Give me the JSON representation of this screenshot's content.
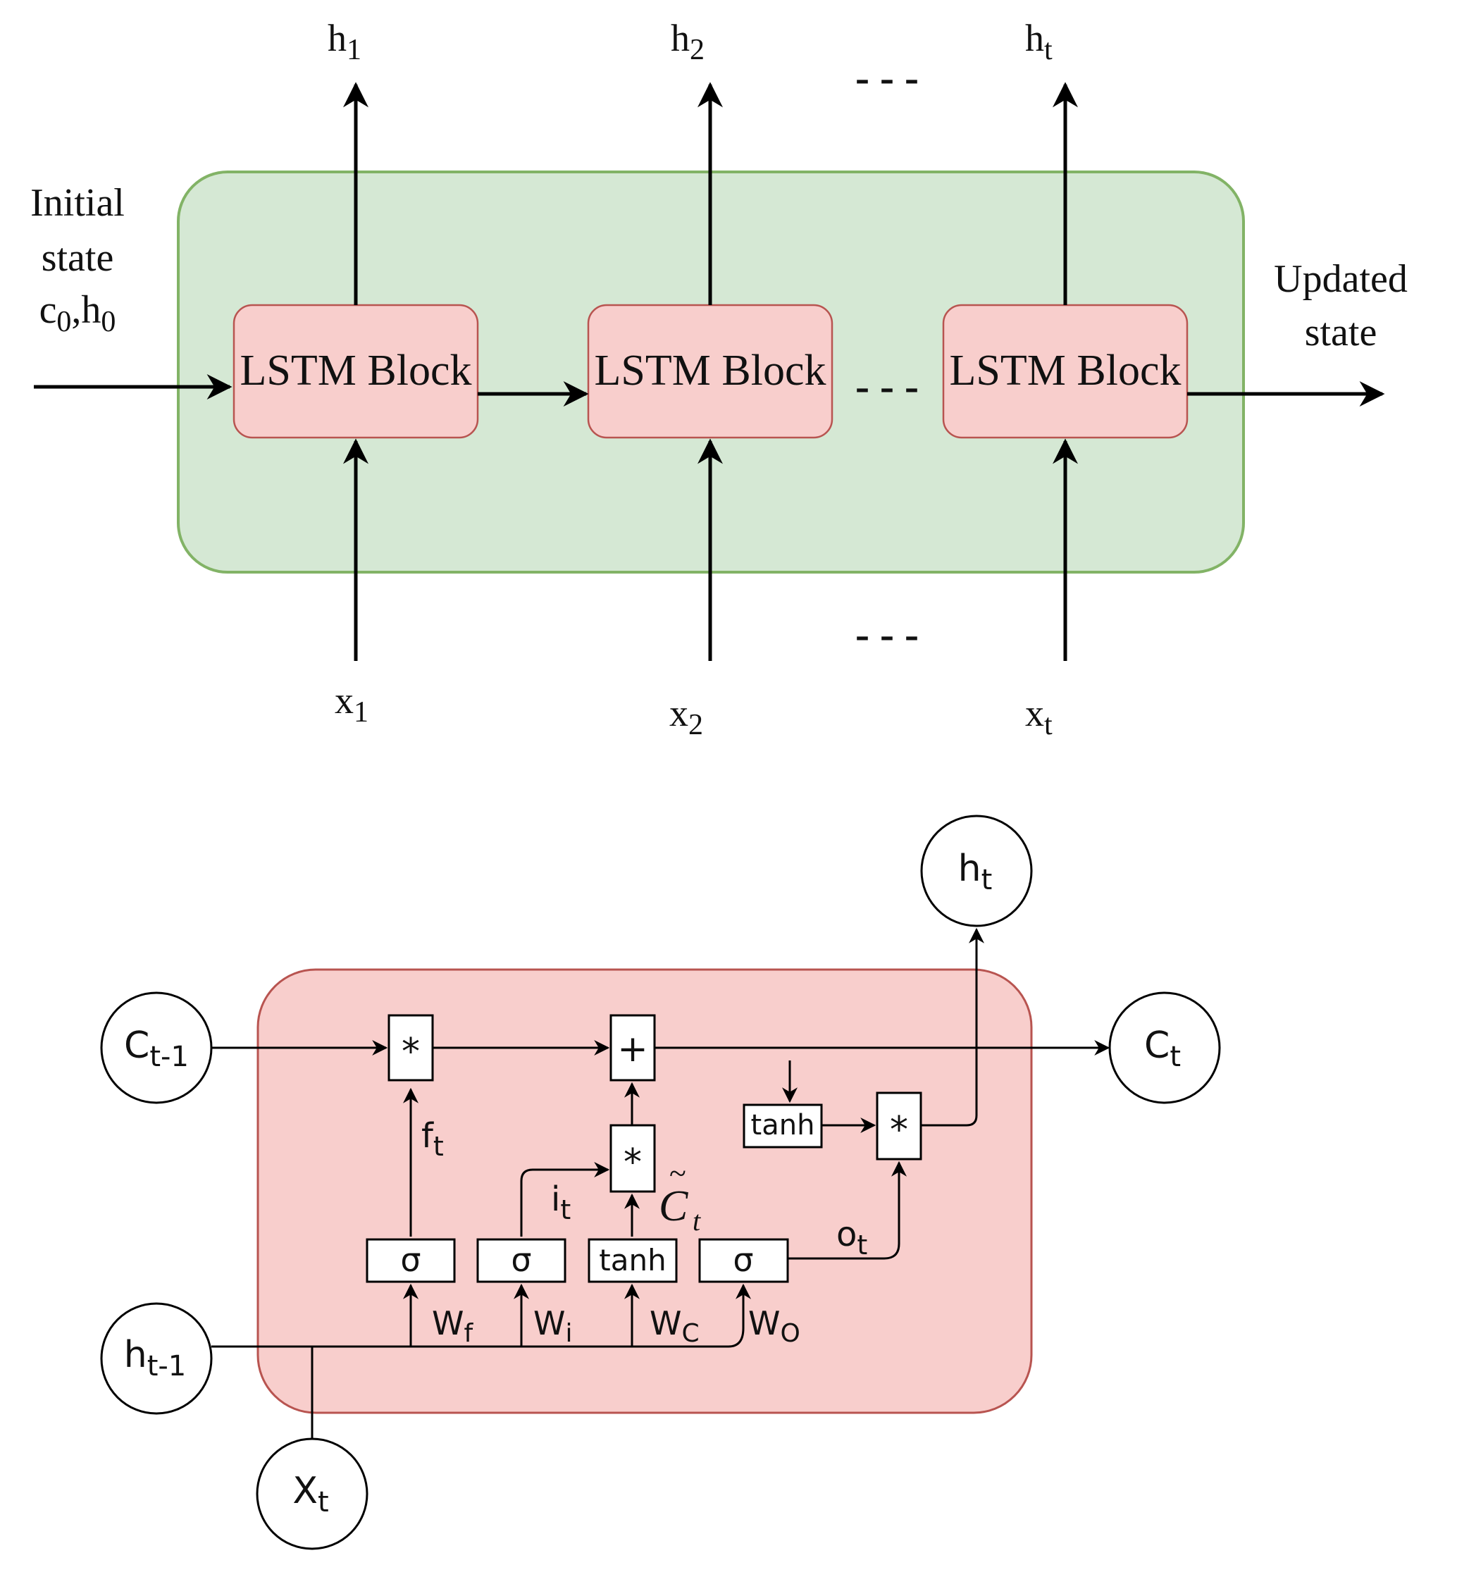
{
  "colors": {
    "outer_fill": "#d5e8d4",
    "outer_stroke": "#82b366",
    "block_fill": "#f8cecc",
    "block_stroke": "#b85450"
  },
  "unrolled": {
    "outputs": [
      {
        "base": "h",
        "sub": "1"
      },
      {
        "base": "h",
        "sub": "2"
      },
      {
        "base": "h",
        "sub": "t"
      }
    ],
    "inputs": [
      {
        "base": "x",
        "sub": "1"
      },
      {
        "base": "x",
        "sub": "2"
      },
      {
        "base": "x",
        "sub": "t"
      }
    ],
    "block_label": "LSTM Block",
    "initial_state": {
      "line1": "Initial",
      "line2": "state",
      "c": "c",
      "c_sub": "0",
      "sep": ",",
      "h": "h",
      "h_sub": "0"
    },
    "updated_state": {
      "line1": "Updated",
      "line2": "state"
    },
    "ellipsis": "- - -"
  },
  "cell": {
    "c_prev": {
      "base": "C",
      "sub": "t-1"
    },
    "c_out": {
      "base": "C",
      "sub": "t"
    },
    "h_prev": {
      "base": "h",
      "sub": "t-1"
    },
    "h_out": {
      "base": "h",
      "sub": "t"
    },
    "x_in": {
      "base": "X",
      "sub": "t"
    },
    "mult": "*",
    "add": "+",
    "tanh": "tanh",
    "sigma": "σ",
    "f_gate": {
      "base": "f",
      "sub": "t"
    },
    "i_gate": {
      "base": "i",
      "sub": "t"
    },
    "o_gate": {
      "base": "o",
      "sub": "t"
    },
    "c_tilde": {
      "base": "C",
      "tilde": "~",
      "sub": "t"
    },
    "weights": [
      {
        "base": "W",
        "sub": "f"
      },
      {
        "base": "W",
        "sub": "i"
      },
      {
        "base": "W",
        "sub": "C"
      },
      {
        "base": "W",
        "sub": "O"
      }
    ]
  }
}
